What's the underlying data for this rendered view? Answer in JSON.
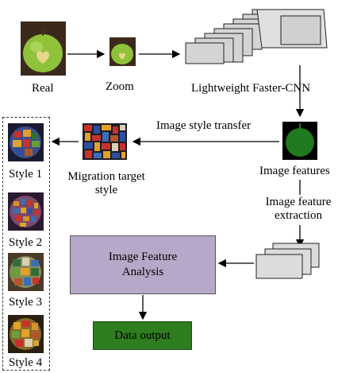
{
  "top_row": {
    "real_label": "Real",
    "zoom_label": "Zoom",
    "cnn_label": "Lightweight Faster-CNN"
  },
  "middle": {
    "transfer_label": "Image style transfer",
    "target_label": "Migration target style",
    "features_label": "Image features",
    "extraction_label": "Image feature extraction"
  },
  "styles": [
    "Style 1",
    "Style 2",
    "Style 3",
    "Style 4"
  ],
  "analysis_label": "Image Feature Analysis",
  "output_label": "Data output",
  "colors": {
    "analysis_box": "#b6a8c8",
    "output_box": "#2e7d1e",
    "feature_circle": "#1f7a1f",
    "feature_bg": "#000000",
    "apple_green": "#8fc23a"
  }
}
